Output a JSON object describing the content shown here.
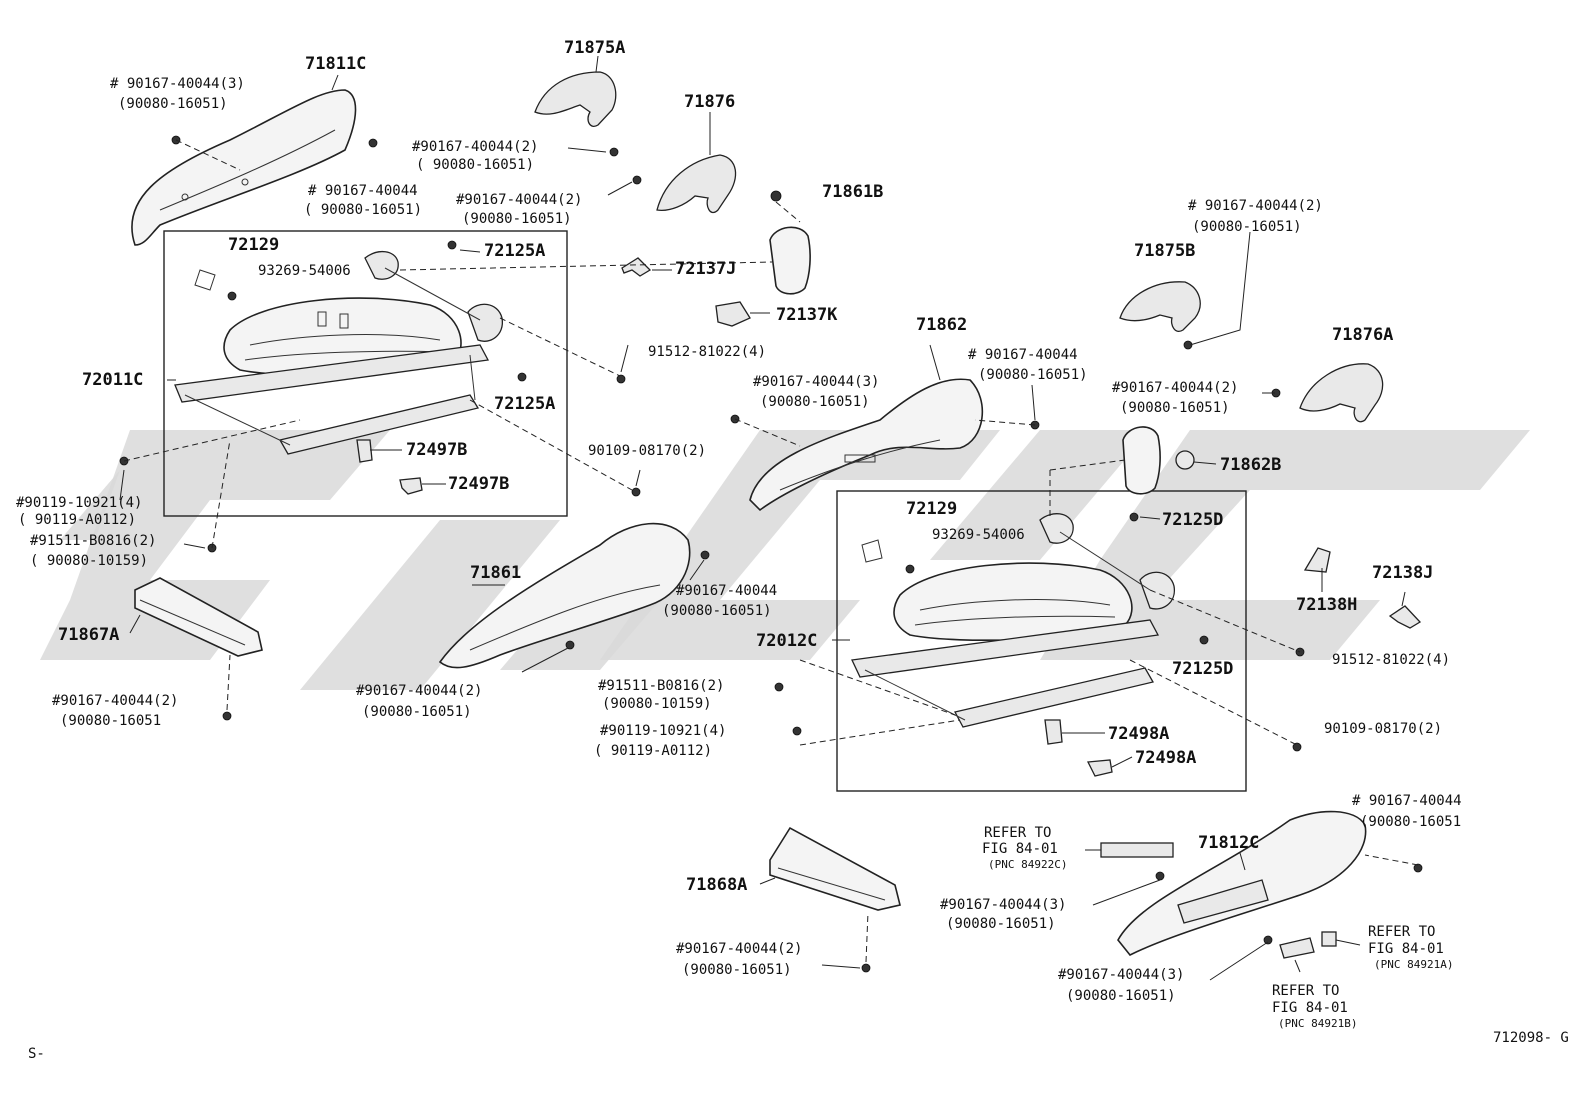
{
  "diagram": {
    "footer_left": "S-",
    "footer_right": "712098- G",
    "part_numbers": {
      "p71811C": "71811C",
      "p71875A": "71875A",
      "p71876": "71876",
      "p71861B": "71861B",
      "p72129a": "72129",
      "p72125A_top": "72125A",
      "p93269a": "93269-54006",
      "p72137J": "72137J",
      "p72137K": "72137K",
      "p72011C": "72011C",
      "p72125A_mid": "72125A",
      "p72497B_a": "72497B",
      "p72497B_b": "72497B",
      "p71867A": "71867A",
      "p71861": "71861",
      "p71862": "71862",
      "p71875B": "71875B",
      "p71876A": "71876A",
      "p71862B": "71862B",
      "p72129b": "72129",
      "p93269b": "93269-54006",
      "p72125D_top": "72125D",
      "p72012C": "72012C",
      "p72125D_mid": "72125D",
      "p72138H": "72138H",
      "p72138J": "72138J",
      "p72498A_a": "72498A",
      "p72498A_b": "72498A",
      "p71812C": "71812C",
      "p71868A": "71868A"
    },
    "callouts": {
      "c1_a": "# 90167-40044(3)",
      "c1_b": "(90080-16051)",
      "c2_a": "#90167-40044(2)",
      "c2_b": "( 90080-16051)",
      "c3_a": "# 90167-40044",
      "c3_b": "( 90080-16051)",
      "c4_a": "#90167-40044(2)",
      "c4_b": "(90080-16051)",
      "c5_a": "91512-81022(4)",
      "c6_a": "90109-08170(2)",
      "c7_a": "#90119-10921(4)",
      "c7_b": "( 90119-A0112)",
      "c8_a": "#91511-B0816(2)",
      "c8_b": "( 90080-10159)",
      "c9_a": "#90167-40044(2)",
      "c9_b": "(90080-16051",
      "c10_a": "#90167-40044",
      "c10_b": "(90080-16051)",
      "c11_a": "#90167-40044(2)",
      "c11_b": "(90080-16051)",
      "c12_a": "#90167-40044(3)",
      "c12_b": "(90080-16051)",
      "c13_a": "# 90167-40044",
      "c13_b": "(90080-16051)",
      "c14_a": "# 90167-40044(2)",
      "c14_b": "(90080-16051)",
      "c15_a": "#90167-40044(2)",
      "c15_b": "(90080-16051)",
      "c16_a": "#91511-B0816(2)",
      "c16_b": "(90080-10159)",
      "c17_a": "#90119-10921(4)",
      "c17_b": "( 90119-A0112)",
      "c18_a": "91512-81022(4)",
      "c19_a": "90109-08170(2)",
      "c20_a": "# 90167-40044",
      "c20_b": "(90080-16051",
      "c21_a": "#90167-40044(3)",
      "c21_b": "(90080-16051)",
      "c22_a": "#90167-40044(3)",
      "c22_b": "(90080-16051)",
      "c23_a": "#90167-40044(2)",
      "c23_b": "(90080-16051)"
    },
    "refers": {
      "r1_a": "REFER TO",
      "r1_b": "FIG 84-01",
      "r1_c": "(PNC 84922C)",
      "r2_a": "REFER TO",
      "r2_b": "FIG 84-01",
      "r2_c": "(PNC 84921A)",
      "r3_a": "REFER TO",
      "r3_b": "FIG 84-01",
      "r3_c": "(PNC 84921B)"
    }
  }
}
